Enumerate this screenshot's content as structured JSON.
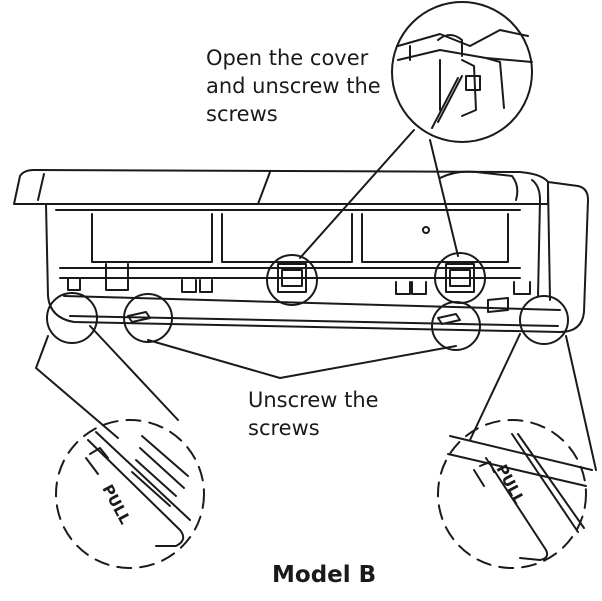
{
  "callouts": {
    "open_cover_line1": "Open the cover",
    "open_cover_line2": "and unscrew the",
    "open_cover_line3": "screws",
    "unscrew_line1": "Unscrew the",
    "unscrew_line2": "screws"
  },
  "detail_label_left": "PULL",
  "detail_label_right": "PULL",
  "caption": "Model B"
}
